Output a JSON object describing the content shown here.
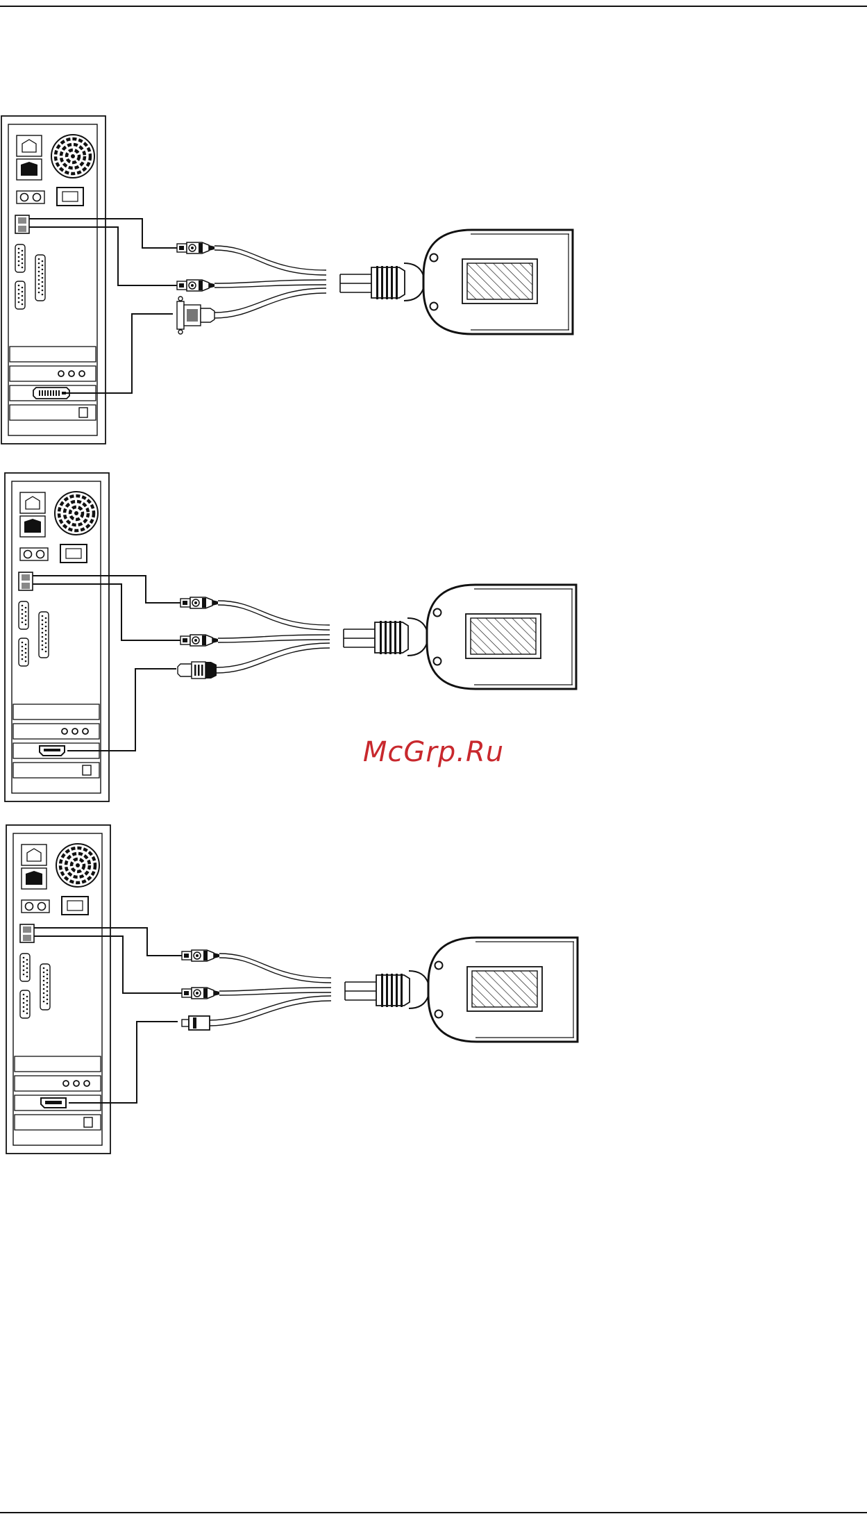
{
  "watermark": "McGrp.Ru",
  "diagrams": [
    {
      "name": "dvi-connection",
      "video_connector": "dvi",
      "adapter_label_line1": "",
      "adapter_label_line2": ""
    },
    {
      "name": "hdmi-connection",
      "video_connector": "hdmi",
      "adapter_label_line1": "",
      "adapter_label_line2": ""
    },
    {
      "name": "displayport-connection",
      "video_connector": "displayport",
      "adapter_label_line1": "",
      "adapter_label_line2": ""
    }
  ],
  "colors": {
    "ink": "#111111",
    "watermark": "#c8282d"
  }
}
